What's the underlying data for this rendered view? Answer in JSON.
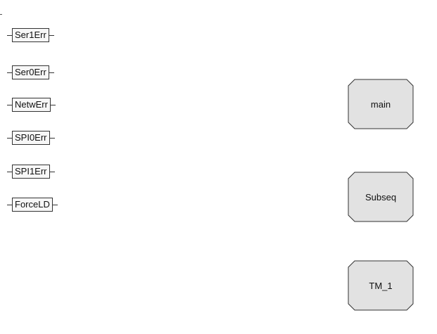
{
  "signals": [
    "Ser1Err",
    "Ser0Err",
    "NetwErr",
    "SPI0Err",
    "SPI1Err",
    "ForceLD"
  ],
  "blocks": [
    "main",
    "Subseq",
    "TM_1"
  ],
  "colors": {
    "block_fill": "#e2e2e2",
    "block_border": "#333333",
    "signal_fill": "#f7f7f7",
    "line": "#333333"
  }
}
